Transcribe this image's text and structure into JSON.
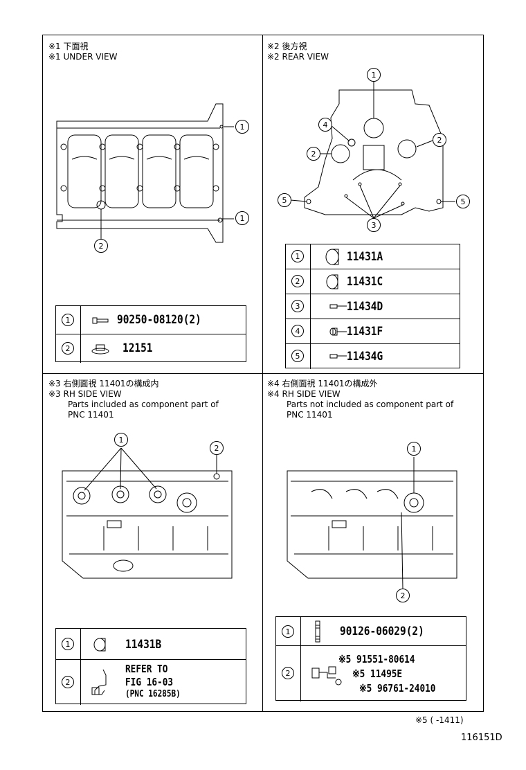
{
  "quadrants": {
    "q1": {
      "caption": [
        "※1 下面視",
        "※1 UNDER VIEW"
      ]
    },
    "q2": {
      "caption": [
        "※2 後方視",
        "※2 REAR VIEW"
      ]
    },
    "q3": {
      "caption": [
        "※3 右側面視 11401の構成内",
        "※3 RH SIDE VIEW",
        "Parts included as component part of",
        "PNC 11401"
      ]
    },
    "q4": {
      "caption": [
        "※4 右側面視 11401の構成外",
        "※4 RH SIDE VIEW",
        "Parts not included as component part of",
        "PNC 11401"
      ]
    }
  },
  "callout_labels": {
    "one": "1",
    "two": "2",
    "three": "3",
    "four": "4",
    "five": "5"
  },
  "parts_q1": [
    {
      "num": "1",
      "part": "90250-08120(2)"
    },
    {
      "num": "2",
      "part": "12151"
    }
  ],
  "parts_q2": [
    {
      "num": "1",
      "part": "11431A"
    },
    {
      "num": "2",
      "part": "11431C"
    },
    {
      "num": "3",
      "part": "11434D"
    },
    {
      "num": "4",
      "part": "11431F"
    },
    {
      "num": "5",
      "part": "11434G"
    }
  ],
  "parts_q3": [
    {
      "num": "1",
      "part": "11431B"
    },
    {
      "num": "2",
      "lines": [
        "REFER TO",
        "FIG 16-03",
        "(PNC 16285B)"
      ]
    }
  ],
  "parts_q4": [
    {
      "num": "1",
      "part": "90126-06029(2)"
    },
    {
      "num": "2",
      "sub": [
        "※5 91551-80614",
        "※5 11495E",
        "※5 96761-24010"
      ]
    }
  ],
  "footnote": "※5 (      -1411)",
  "figure_id": "116151D"
}
